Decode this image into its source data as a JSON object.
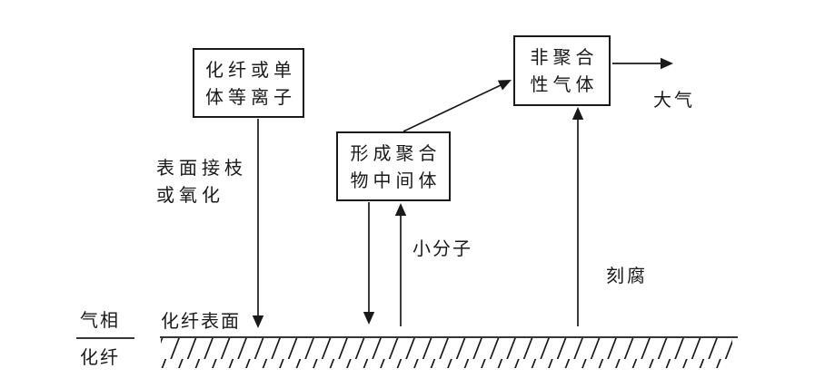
{
  "colors": {
    "line": "#1a1a1a",
    "background": "#ffffff"
  },
  "boxes": {
    "plasma": {
      "line1": "化纤或单",
      "line2": "体等离子"
    },
    "intermediate": {
      "line1": "形成聚合",
      "line2": "物中间体"
    },
    "nonpolymer_gas": {
      "line1": "非聚合",
      "line2": "性气体"
    }
  },
  "labels": {
    "surface_graft": {
      "line1": "表面接枝",
      "line2": "或氧化"
    },
    "small_molecule": "小分子",
    "etch": "刻腐",
    "atmosphere": "大气",
    "fiber_surface": "化纤表面",
    "phase_top": "气相",
    "phase_bottom": "化纤"
  }
}
